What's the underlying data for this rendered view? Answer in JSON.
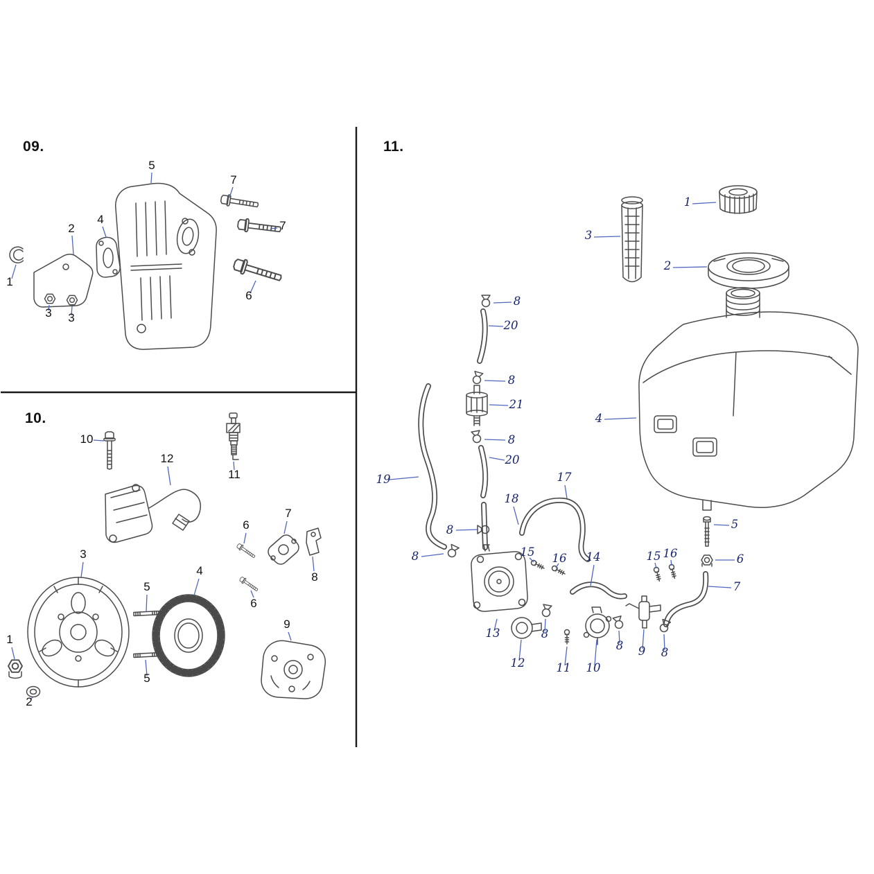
{
  "palette": {
    "bg": "#ffffff",
    "ink": "#4a4a4a",
    "leader": "#4f66c0",
    "label": "#111111",
    "label_it": "#16246e",
    "divider": "#1a1a1a"
  },
  "sections": {
    "s09": {
      "title": "09.",
      "callouts": [
        "5",
        "7",
        "7",
        "2",
        "4",
        "1",
        "3",
        "3",
        "6"
      ]
    },
    "s10": {
      "title": "10.",
      "callouts": [
        "10",
        "12",
        "11",
        "3",
        "6",
        "7",
        "8",
        "6",
        "5",
        "4",
        "9",
        "1",
        "2",
        "5"
      ]
    },
    "s11": {
      "title": "11.",
      "callouts": [
        "1",
        "3",
        "2",
        "4",
        "8",
        "20",
        "8",
        "21",
        "8",
        "20",
        "19",
        "17",
        "18",
        "8",
        "8",
        "15",
        "16",
        "14",
        "15",
        "16",
        "5",
        "6",
        "7",
        "13",
        "8",
        "12",
        "11",
        "10",
        "8",
        "9",
        "8"
      ]
    }
  }
}
